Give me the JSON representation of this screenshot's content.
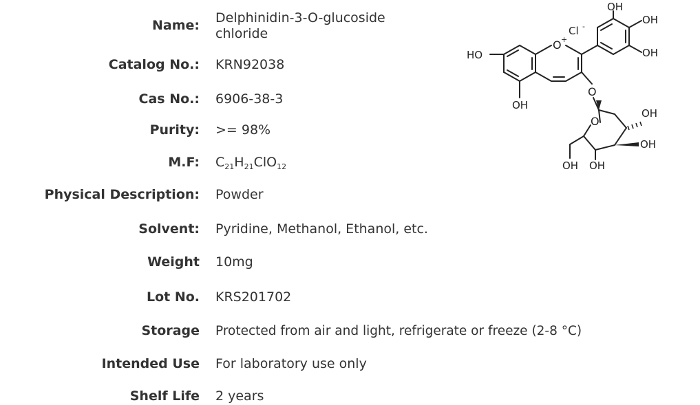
{
  "product": {
    "name": {
      "label": "Name:",
      "value_line1": "Delphinidin-3-O-glucoside",
      "value_line2": "chloride"
    },
    "catalog": {
      "label": "Catalog No.:",
      "value": "KRN92038"
    },
    "cas": {
      "label": "Cas No.:",
      "value": "6906-38-3"
    },
    "purity": {
      "label": "Purity:",
      "value": ">= 98%"
    },
    "mf": {
      "label": "M.F:",
      "parts": [
        "C",
        "21",
        "H",
        "21",
        "ClO",
        "12"
      ]
    },
    "physical": {
      "label": "Physical Description:",
      "value": "Powder"
    },
    "solvent": {
      "label": "Solvent:",
      "value": "Pyridine, Methanol, Ethanol, etc."
    },
    "weight": {
      "label": "Weight",
      "value": "10mg"
    },
    "lot": {
      "label": "Lot No.",
      "value": "KRS201702"
    },
    "storage": {
      "label": "Storage",
      "value": "Protected from air and light, refrigerate or freeze (2-8 °C)"
    },
    "intended_use": {
      "label": "Intended Use",
      "value": "For laboratory use only"
    },
    "shelf_life": {
      "label": "Shelf Life",
      "value": "2 years"
    }
  },
  "structure": {
    "labels": {
      "ho": "HO",
      "oplus": "O",
      "plus": "+",
      "cl": "Cl",
      "minus": "-",
      "oh_top": "OH",
      "oh_r1": "OH",
      "oh_r2": "OH",
      "oh_a": "OH",
      "o_link": "O",
      "o_ring": "O",
      "oh_g1": "OH",
      "oh_g2": "OH",
      "oh_g3": "OH",
      "oh_g4": "OH"
    }
  }
}
